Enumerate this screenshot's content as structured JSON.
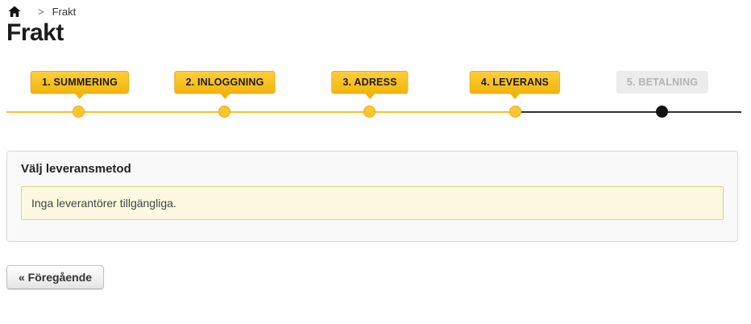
{
  "breadcrumb": {
    "home_icon": "home-icon",
    "separator": ">",
    "current": "Frakt"
  },
  "page": {
    "title": "Frakt"
  },
  "steps": {
    "items": [
      {
        "label": "1. SUMMERING",
        "state": "done"
      },
      {
        "label": "2. INLOGGNING",
        "state": "done"
      },
      {
        "label": "3. ADRESS",
        "state": "done"
      },
      {
        "label": "4. LEVERANS",
        "state": "current"
      },
      {
        "label": "5. BETALNING",
        "state": "todo"
      }
    ]
  },
  "panel": {
    "heading": "Välj leveransmetod",
    "alert": "Inga leverantörer tillgängliga."
  },
  "buttons": {
    "previous": "« Föregående"
  },
  "colors": {
    "step_badge_gold": "#f7bf17",
    "step_badge_disabled_bg": "#ececec",
    "step_badge_disabled_text": "#b3b3b3",
    "progress_done_line": "#f6c12a",
    "progress_todo_line": "#323232",
    "panel_bg": "#f9f9f9",
    "panel_border": "#d9d9d9",
    "alert_bg": "#fcf8e1",
    "alert_border": "#dbd382"
  }
}
